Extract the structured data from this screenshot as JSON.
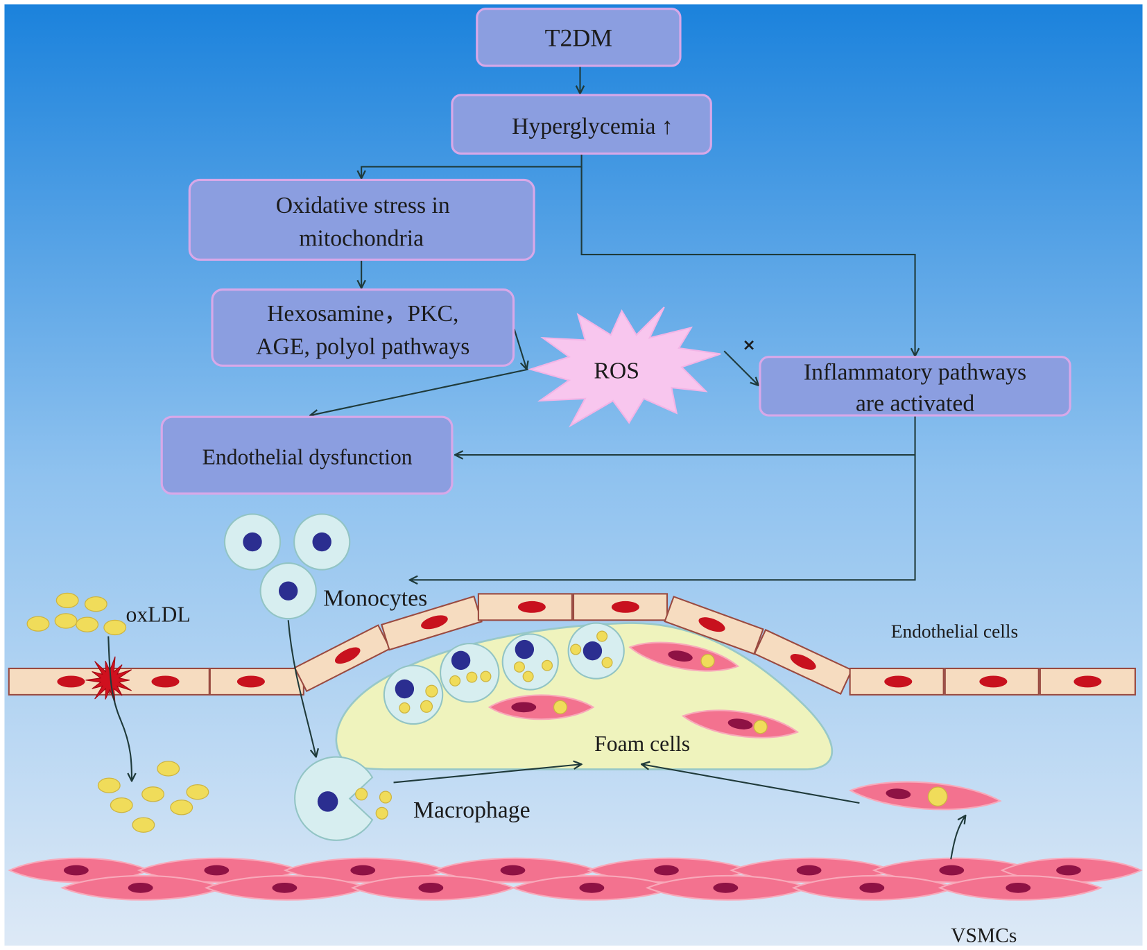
{
  "boxes": {
    "t2dm": "T2DM",
    "hyperglycemia": "Hyperglycemia ↑",
    "oxidative_stress": [
      "Oxidative stress in",
      "mitochondria"
    ],
    "pathways": [
      "Hexosamine，PKC,",
      "AGE, polyol pathways"
    ],
    "inflammatory": [
      "Inflammatory pathways",
      "are activated"
    ],
    "endothelial_dysfunction": "Endothelial dysfunction"
  },
  "ros": "ROS",
  "inhibition_mark": "×",
  "labels": {
    "monocytes": "Monocytes",
    "oxldl": "oxLDL",
    "endothelial_cells": "Endothelial cells",
    "foam_cells": "Foam cells",
    "macrophage": "Macrophage",
    "vsmcs": "VSMCs"
  },
  "colors": {
    "background_top": "#1b82dc",
    "background_mid": "#8fc2ef",
    "background_bottom": "#dde9f6",
    "box_fill": "#8b9ee0",
    "box_stroke": "#d8a8e8",
    "arrow": "#1f3a3a",
    "text": "#1b1b1b",
    "ros_fill": "#f8c6ee",
    "ros_stroke": "#f3b4e6",
    "endothelial_cell_fill": "#f6dcc0",
    "endothelial_cell_stroke": "#9a4a40",
    "endothelial_nucleus": "#c8111e",
    "rupture_fill": "#d0101e",
    "vsmc_fill": "#f3728f",
    "vsmc_stroke": "#f8a9ba",
    "vsmc_nucleus": "#8e1244",
    "monocyte_fill": "#d7eef0",
    "monocyte_stroke": "#92c4c4",
    "monocyte_nucleus": "#2b2e90",
    "lipid_fill": "#f0dc5a",
    "lipid_stroke": "#cdb440",
    "plaque_fill": "#eff3bd",
    "plaque_stroke": "#98c8c8"
  }
}
